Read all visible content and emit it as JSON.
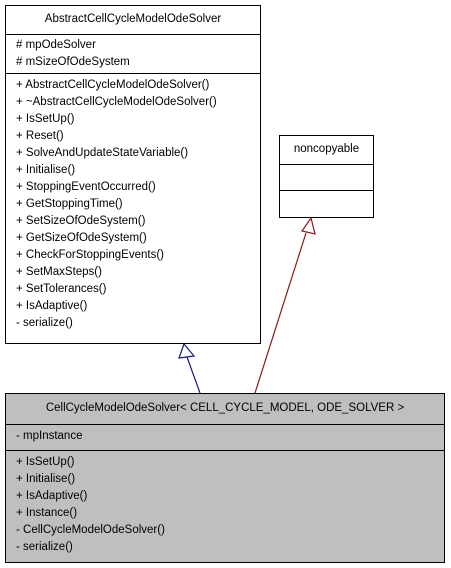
{
  "classes": {
    "abstract": {
      "name": "AbstractCellCycleModelOdeSolver",
      "attributes": [
        "# mpOdeSolver",
        "# mSizeOfOdeSystem"
      ],
      "methods": [
        "+ AbstractCellCycleModelOdeSolver()",
        "+ ~AbstractCellCycleModelOdeSolver()",
        "+ IsSetUp()",
        "+ Reset()",
        "+ SolveAndUpdateStateVariable()",
        "+ Initialise()",
        "+ StoppingEventOccurred()",
        "+ GetStoppingTime()",
        "+ SetSizeOfOdeSystem()",
        "+ GetSizeOfOdeSystem()",
        "+ CheckForStoppingEvents()",
        "+ SetMaxSteps()",
        "+ SetTolerances()",
        "+ IsAdaptive()",
        "- serialize()"
      ]
    },
    "noncopyable": {
      "name": "noncopyable",
      "attributes": [],
      "methods": []
    },
    "derived": {
      "name": "CellCycleModelOdeSolver< CELL_CYCLE_MODEL, ODE_SOLVER >",
      "attributes": [
        "- mpInstance"
      ],
      "methods": [
        "+ IsSetUp()",
        "+ Initialise()",
        "+ IsAdaptive()",
        "+ Instance()",
        "- CellCycleModelOdeSolver()",
        "- serialize()"
      ]
    }
  },
  "colors": {
    "inherit_abstract": "#191970",
    "inherit_noncopyable": "#8b1a1a",
    "derived_fill": "#bfbfbf"
  }
}
